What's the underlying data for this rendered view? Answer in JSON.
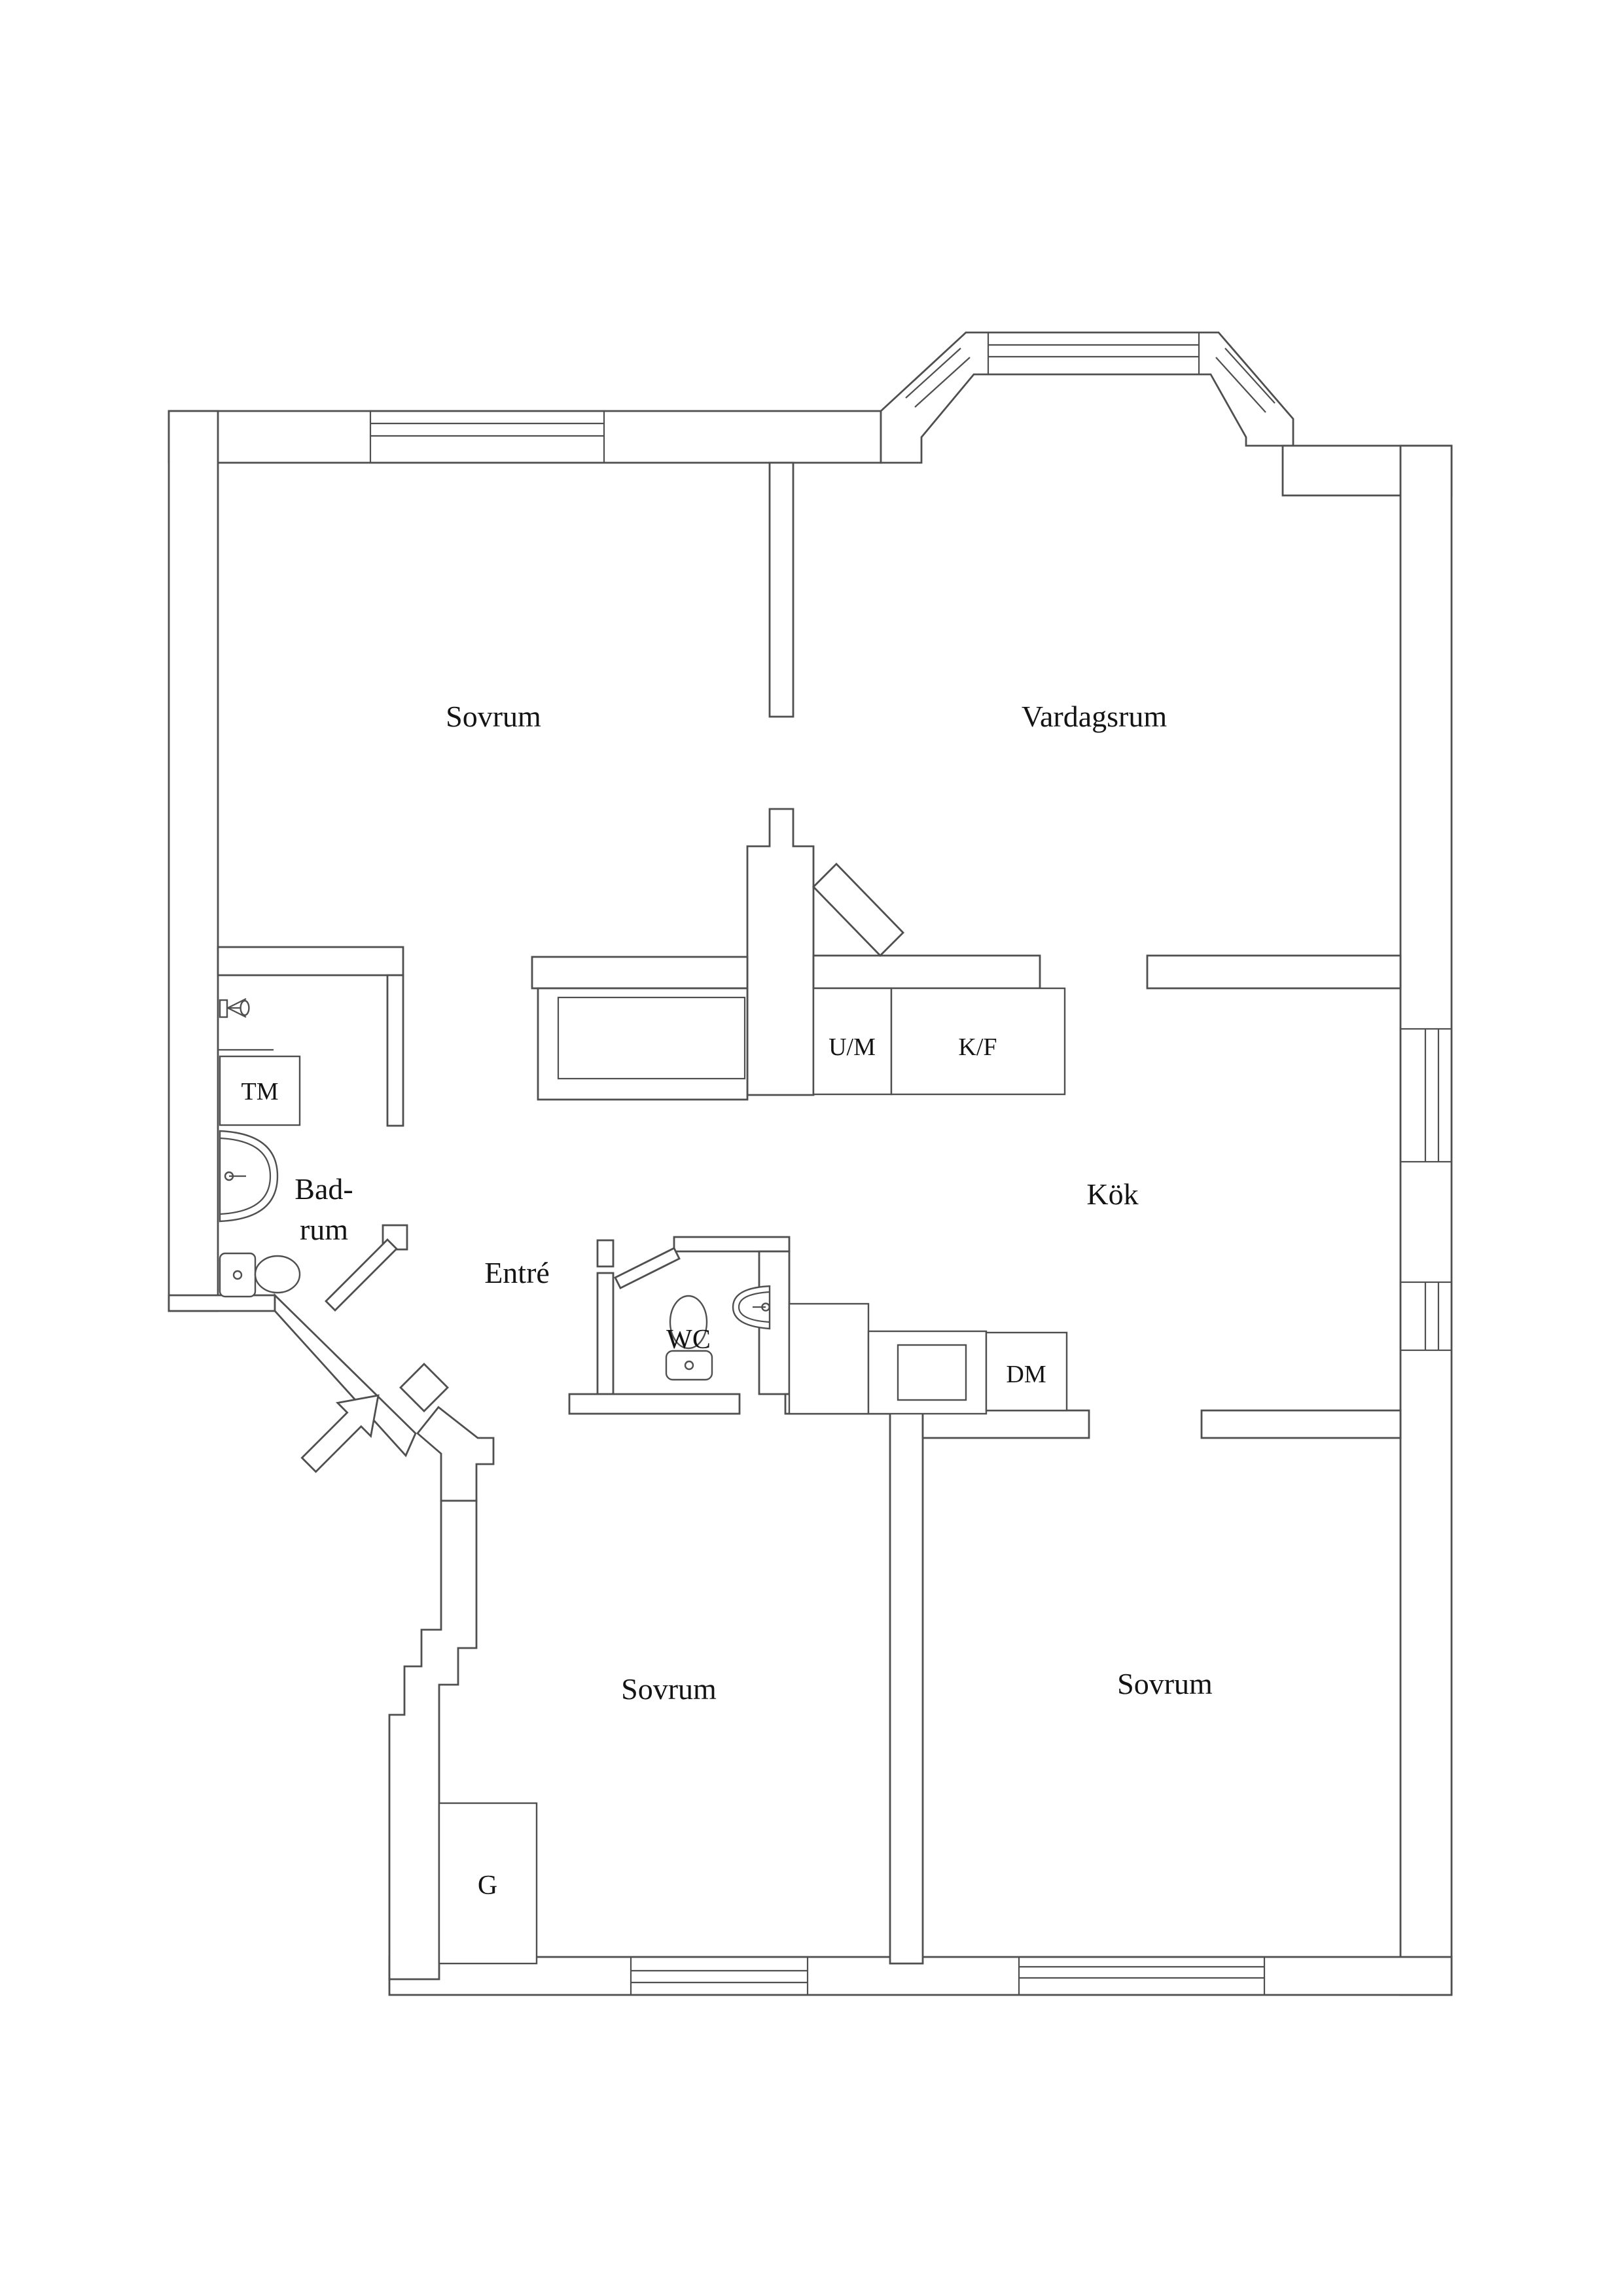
{
  "plan": {
    "rooms": {
      "sovrum_top_left": "Sovrum",
      "vardagsrum": "Vardagsrum",
      "badrum_line1": "Bad-",
      "badrum_line2": "rum",
      "entre": "Entré",
      "kok": "Kök",
      "wc": "WC",
      "sovrum_bottom_left": "Sovrum",
      "sovrum_bottom_right": "Sovrum"
    },
    "appliances": {
      "tm": "TM",
      "um": "U/M",
      "kf": "K/F",
      "dm": "DM",
      "g": "G"
    },
    "colors": {
      "wall_line": "#4f4f4f",
      "label": "#141414",
      "background": "#ffffff"
    }
  }
}
